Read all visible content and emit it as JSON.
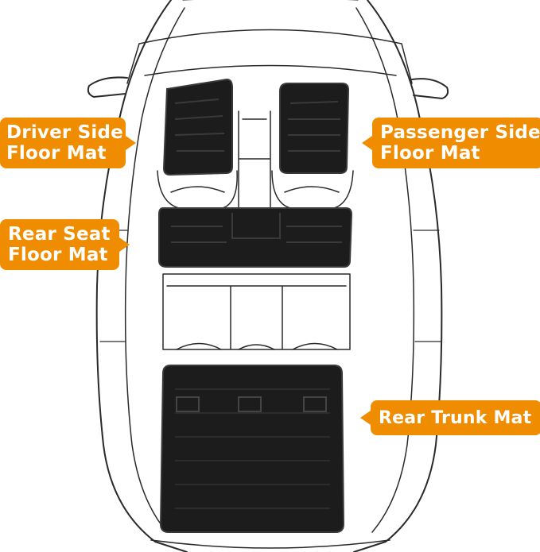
{
  "colors": {
    "accent": "#f08c00",
    "outline": "#2a2a2a",
    "mat": "#1c1c1c",
    "mat_edge": "#3a3a3a"
  },
  "labels": {
    "driver": {
      "line1": "Driver Side",
      "line2": "Floor Mat"
    },
    "passenger": {
      "line1": "Passenger Side",
      "line2": "Floor Mat"
    },
    "rear_seat": {
      "line1": "Rear Seat",
      "line2": "Floor Mat"
    },
    "trunk": {
      "line1": "Rear Trunk Mat"
    }
  }
}
